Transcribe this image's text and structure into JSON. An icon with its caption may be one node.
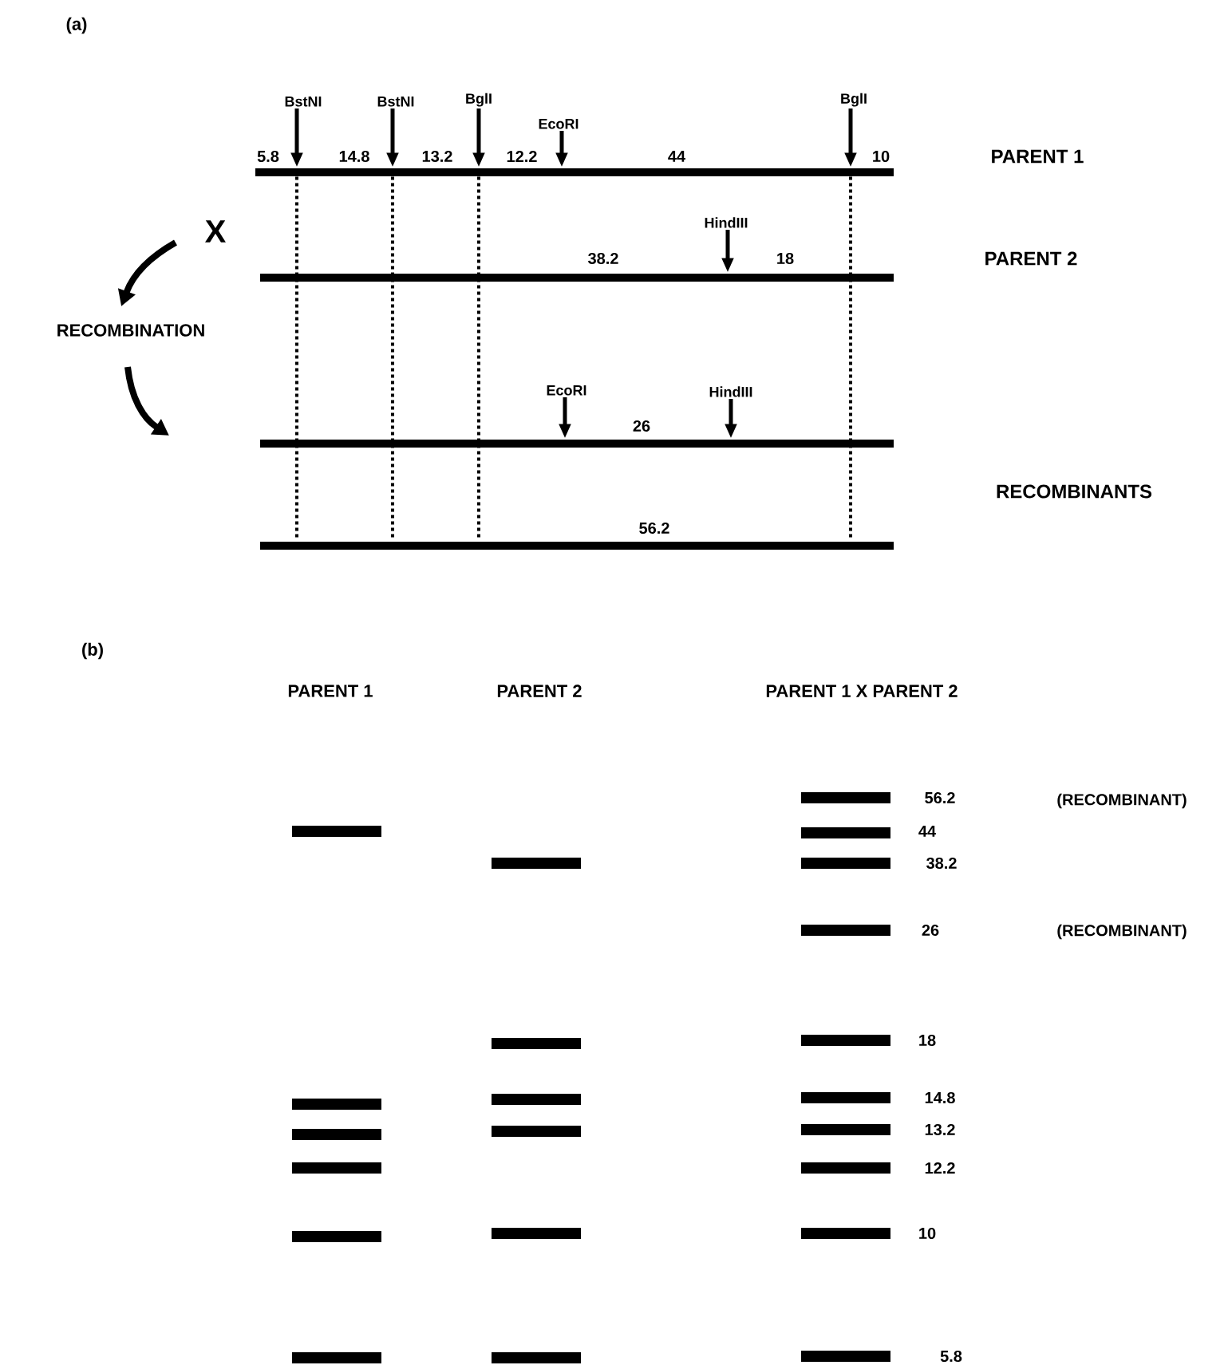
{
  "diagram": {
    "nodes": [
      {
        "text": [],
        "shape": "bar"
      },
      {
        "text": [],
        "shape": "bar"
      },
      {
        "text": [],
        "shape": "bar"
      },
      {
        "text": [],
        "shape": "bar"
      },
      {
        "text": [
          "BstNI"
        ]
      },
      {
        "text": [
          "BstNI"
        ]
      },
      {
        "text": [
          "BglI"
        ]
      },
      {
        "text": [
          "EcoRI"
        ]
      },
      {
        "text": [
          "BglI"
        ]
      },
      {
        "text": [
          "HindIII"
        ]
      },
      {
        "text": [
          "EcoRI"
        ]
      },
      {
        "text": [
          "HindIII"
        ]
      }
    ],
    "edges": [
      {
        "from": 4,
        "to": 0,
        "arrow": "to"
      },
      {
        "from": 5,
        "to": 0,
        "arrow": "to"
      },
      {
        "from": 6,
        "to": 0,
        "arrow": "to"
      },
      {
        "from": 7,
        "to": 0,
        "arrow": "to"
      },
      {
        "from": 8,
        "to": 0,
        "arrow": "to"
      },
      {
        "from": 9,
        "to": 1,
        "arrow": "to"
      },
      {
        "from": 10,
        "to": 2,
        "arrow": "to"
      },
      {
        "from": 11,
        "to": 2,
        "arrow": "to"
      },
      {
        "from": 0,
        "to": 3,
        "arrow": "none",
        "style": "dashed"
      },
      {
        "from": 0,
        "to": 3,
        "arrow": "none",
        "style": "dashed"
      },
      {
        "from": 0,
        "to": 3,
        "arrow": "none",
        "style": "dashed"
      },
      {
        "from": 0,
        "to": 3,
        "arrow": "none",
        "style": "dashed"
      }
    ],
    "labels": [
      "(a)",
      "5.8",
      "14.8",
      "13.2",
      "12.2",
      "44",
      "10",
      "PARENT 1",
      "X",
      "38.2",
      "18",
      "PARENT 2",
      "RECOMBINATION",
      "26",
      "RECOMBINANTS",
      "56.2",
      "(b)",
      "PARENT 1",
      "PARENT 2",
      "PARENT 1 X PARENT 2",
      "56.2",
      "(RECOMBINANT)",
      "44",
      "38.2",
      "26",
      "(RECOMBINANT)",
      "18",
      "14.8",
      "13.2",
      "12.2",
      "10",
      "5.8"
    ]
  }
}
